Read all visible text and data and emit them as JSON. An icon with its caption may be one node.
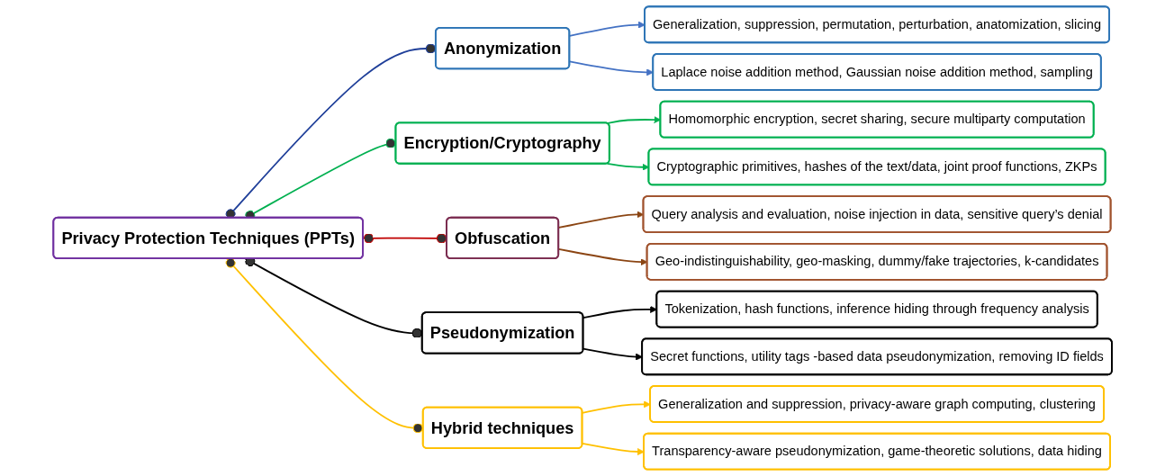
{
  "diagram": {
    "nodes": [
      {
        "text": [
          "Privacy Protection Techniques (PPTs)"
        ]
      },
      {
        "text": [
          "Anonymization"
        ]
      },
      {
        "text": [
          "Generalization, suppression, permutation, perturbation, anatomization, slicing"
        ]
      },
      {
        "text": [
          "Laplace noise addition method, Gaussian noise addition method, sampling"
        ]
      },
      {
        "text": [
          "Encryption/Cryptography"
        ]
      },
      {
        "text": [
          "Homomorphic encryption, secret sharing, secure multiparty computation"
        ]
      },
      {
        "text": [
          "Cryptographic primitives, hashes of the text/data, joint proof functions, ZKPs"
        ]
      },
      {
        "text": [
          "Obfuscation"
        ]
      },
      {
        "text": [
          "Query analysis and evaluation, noise injection in data, sensitive query’s denial"
        ]
      },
      {
        "text": [
          "Geo-indistinguishability, geo-masking, dummy/fake trajectories, k-candidates"
        ]
      },
      {
        "text": [
          "Pseudonymization"
        ]
      },
      {
        "text": [
          "Tokenization, hash functions, inference hiding through frequency analysis"
        ]
      },
      {
        "text": [
          "Secret functions, utility tags -based data pseudonymization, removing ID fields"
        ]
      },
      {
        "text": [
          "Hybrid techniques"
        ]
      },
      {
        "text": [
          "Generalization and suppression, privacy-aware graph computing, clustering"
        ]
      },
      {
        "text": [
          "Transparency-aware pseudonymization, game-theoretic solutions, data hiding"
        ]
      }
    ],
    "edges": [
      {
        "from": 0,
        "to": 1,
        "arrow": "other",
        "color": "#1f3f99"
      },
      {
        "from": 1,
        "to": 2,
        "arrow": "to",
        "color": "#4472c4"
      },
      {
        "from": 1,
        "to": 3,
        "arrow": "to",
        "color": "#4472c4"
      },
      {
        "from": 0,
        "to": 4,
        "arrow": "other",
        "color": "#00b050"
      },
      {
        "from": 4,
        "to": 5,
        "arrow": "to",
        "color": "#00b050"
      },
      {
        "from": 4,
        "to": 6,
        "arrow": "to",
        "color": "#00b050"
      },
      {
        "from": 0,
        "to": 7,
        "arrow": "other",
        "color": "#c00000"
      },
      {
        "from": 7,
        "to": 8,
        "arrow": "to",
        "color": "#8b4513"
      },
      {
        "from": 7,
        "to": 9,
        "arrow": "to",
        "color": "#8b4513"
      },
      {
        "from": 0,
        "to": 10,
        "arrow": "other",
        "color": "#000000"
      },
      {
        "from": 10,
        "to": 11,
        "arrow": "to",
        "color": "#000000"
      },
      {
        "from": 10,
        "to": 12,
        "arrow": "to",
        "color": "#000000"
      },
      {
        "from": 0,
        "to": 13,
        "arrow": "other",
        "color": "#ffc000"
      },
      {
        "from": 13,
        "to": 14,
        "arrow": "to",
        "color": "#ffc000"
      },
      {
        "from": 13,
        "to": 15,
        "arrow": "to",
        "color": "#ffc000"
      }
    ]
  }
}
